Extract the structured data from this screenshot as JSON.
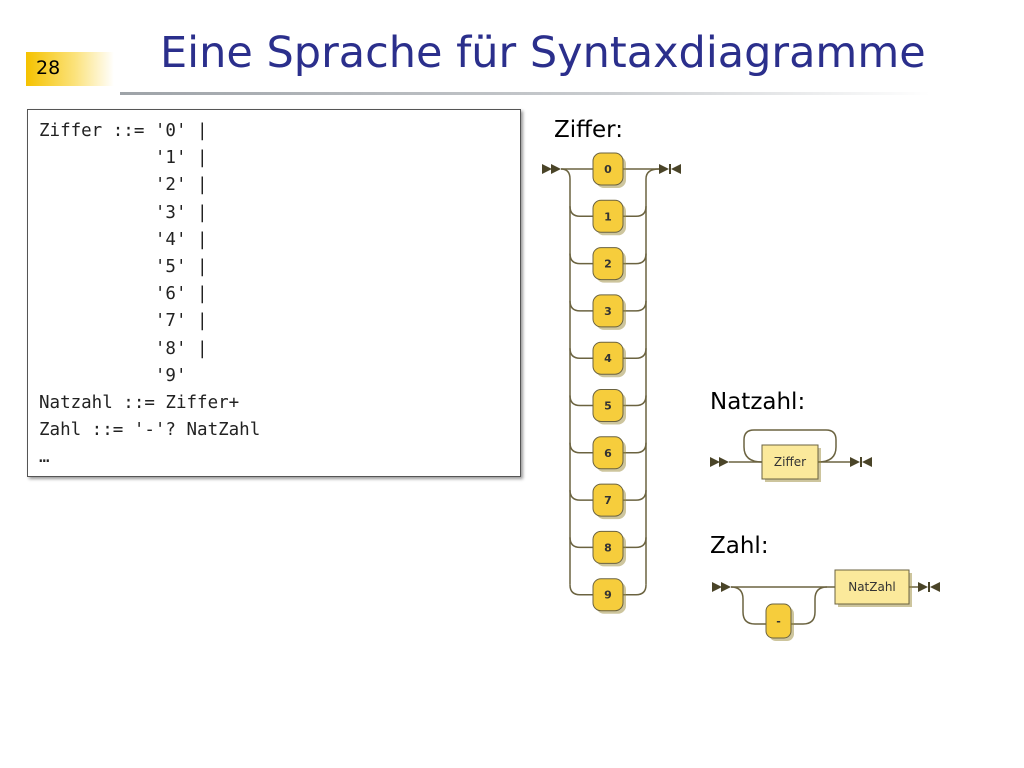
{
  "slide": {
    "number": "28",
    "title": "Eine Sprache für Syntaxdiagramme"
  },
  "grammar": {
    "lines": [
      "Ziffer ::= '0' |",
      "           '1' |",
      "           '2' |",
      "           '3' |",
      "           '4' |",
      "           '5' |",
      "           '6' |",
      "           '7' |",
      "           '8' |",
      "           '9'",
      "Natzahl ::= Ziffer+",
      "Zahl ::= '-'? NatZahl",
      "…"
    ]
  },
  "diagrams": {
    "ziffer": {
      "label": "Ziffer:",
      "terminals": [
        "0",
        "1",
        "2",
        "3",
        "4",
        "5",
        "6",
        "7",
        "8",
        "9"
      ]
    },
    "natzahl": {
      "label": "Natzahl:",
      "nonterminal": "Ziffer"
    },
    "zahl": {
      "label": "Zahl:",
      "optional_terminal": "-",
      "nonterminal": "NatZahl"
    }
  },
  "colors": {
    "title": "#2b2f8c",
    "badge": "#f5c200",
    "terminal_fill": "#f6cd3c",
    "nonterminal_fill": "#fbe99b",
    "line": "#6b6340"
  }
}
